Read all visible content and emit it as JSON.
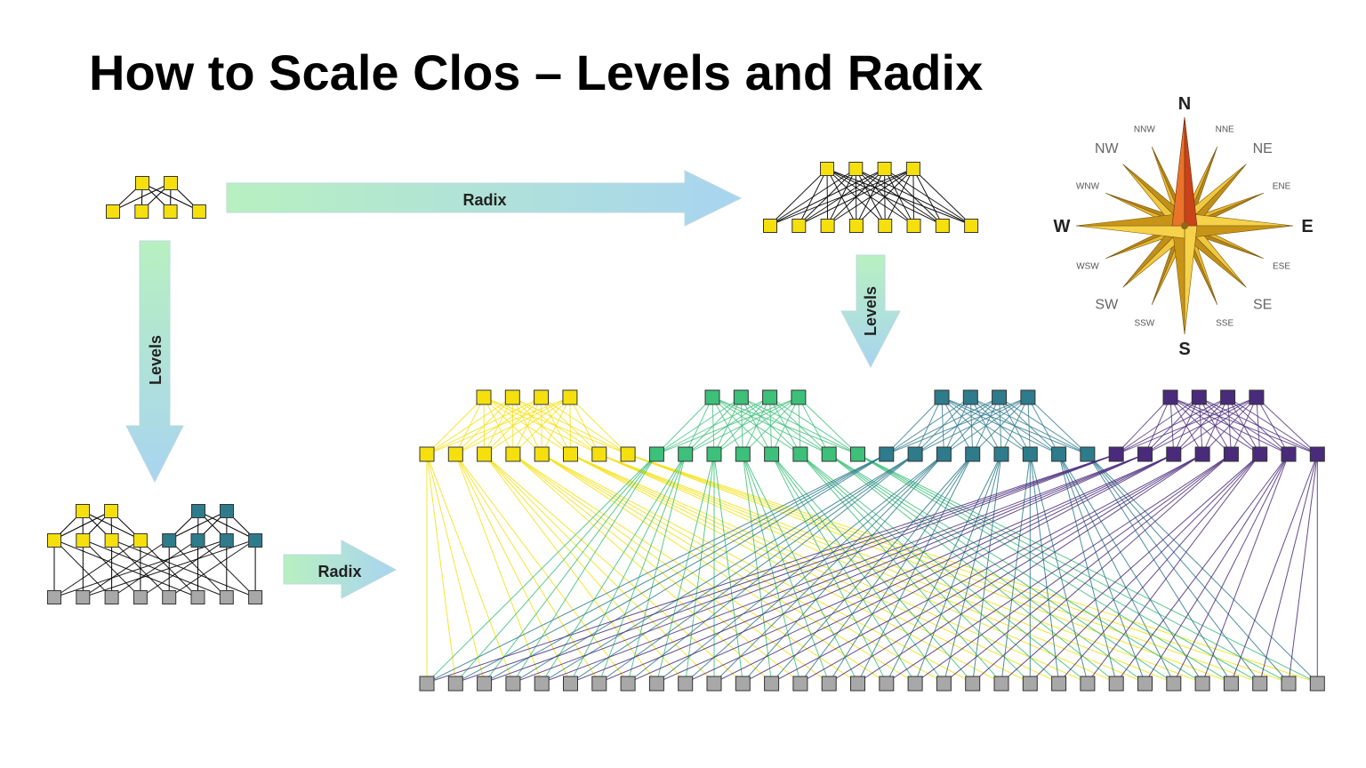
{
  "title": "How to Scale Clos – Levels and Radix",
  "arrows": {
    "radix_top": "Radix",
    "levels_left": "Levels",
    "levels_right": "Levels",
    "radix_bottom": "Radix"
  },
  "compass": {
    "cardinal": [
      "N",
      "E",
      "S",
      "W"
    ],
    "intercardinal": [
      "NE",
      "SE",
      "SW",
      "NW"
    ],
    "secondary": [
      "NNE",
      "ENE",
      "ESE",
      "SSE",
      "SSW",
      "WSW",
      "WNW",
      "NNW"
    ]
  },
  "colors": {
    "yellow": "#f5e00e",
    "green": "#3cc07a",
    "teal": "#2e7b8c",
    "purple": "#4a2a7a",
    "gray": "#a8a8a8",
    "node_border": "#333333",
    "arrow_green": "#b8f0c0",
    "arrow_blue": "#a8d4f0",
    "compass_gold": "#d9a520",
    "compass_red": "#c8421a"
  }
}
